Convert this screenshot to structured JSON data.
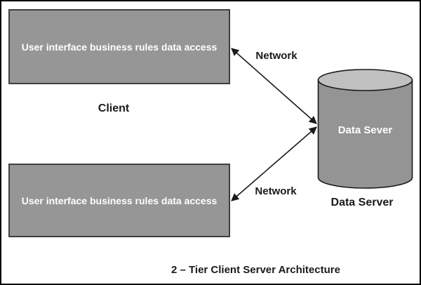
{
  "diagram": {
    "title": "2 – Tier Client Server Architecture",
    "clients": {
      "top_box_label": "User interface business rules data access",
      "bottom_box_label": "User interface business rules data access",
      "caption": "Client"
    },
    "database": {
      "cylinder_label": "Data Sever",
      "caption": "Data Server"
    },
    "links": {
      "top_label": "Network",
      "bottom_label": "Network"
    },
    "colors": {
      "box_fill": "#969696",
      "box_border": "#3f3f3f",
      "cylinder_body": "#949494",
      "cylinder_top": "#c0c0c0",
      "stroke": "#1a1a1a",
      "arrow": "#1a1a1a",
      "box_text": "#ffffff",
      "dark_text": "#1a1a1a",
      "frame": "#000000"
    }
  }
}
